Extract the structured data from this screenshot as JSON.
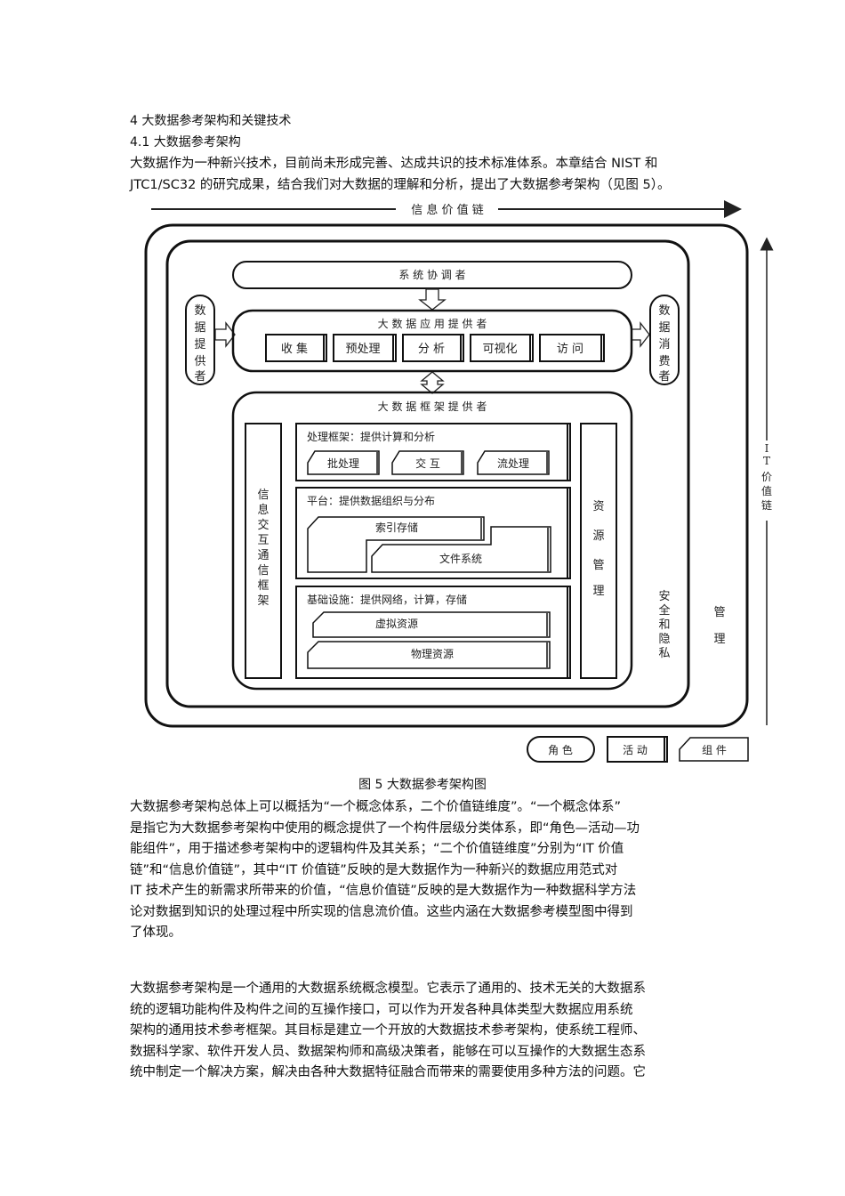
{
  "heading1": "4 大数据参考架构和关键技术",
  "heading2": "4.1 大数据参考架构",
  "intro_lines": [
    "大数据作为一种新兴技术，目前尚未形成完善、达成共识的技术标准体系。本章结合 NIST 和",
    "JTC1/SC32 的研究成果，结合我们对大数据的理解和分析，提出了大数据参考架构（见图 5）。"
  ],
  "diagram": {
    "info_chain": "信 息 价 值 链",
    "it_chain": "I T 价 值 链",
    "system_coordinator": "系 统 协 调 者",
    "data_provider": "数 据 提 供 者",
    "data_consumer": "数 据 消 费 者",
    "app_provider": "大 数 据 应 用 提 供 者",
    "app_steps": [
      "收 集",
      "预处理",
      "分 析",
      "可视化",
      "访 问"
    ],
    "framework_provider": "大 数 据 框 架 提 供 者",
    "info_exchange": "信 息 交 互 通 信 框 架",
    "resource_mgmt": "资 源 管 理",
    "processing_title": "处理框架：提供计算和分析",
    "processing_items": [
      "批处理",
      "交 互",
      "流处理"
    ],
    "platform_title": "平台：提供数据组织与分布",
    "platform_items": [
      "索引存储",
      "文件系统"
    ],
    "infra_title": "基础设施：提供网络，计算，存储",
    "infra_items": [
      "虚拟资源",
      "物理资源"
    ],
    "security": "安 全 和 隐 私",
    "management": "管 理",
    "legend": [
      "角 色",
      "活 动",
      "组 件"
    ]
  },
  "caption": "图 5 大数据参考架构图",
  "para1_lines": [
    "大数据参考架构总体上可以概括为“一个概念体系，二个价值链维度”。“一个概念体系”",
    "是指它为大数据参考架构中使用的概念提供了一个构件层级分类体系，即“角色—活动—功",
    "能组件”，用于描述参考架构中的逻辑构件及其关系；“二个价值链维度”分别为“IT 价值",
    "链”和“信息价值链”，其中“IT 价值链”反映的是大数据作为一种新兴的数据应用范式对",
    "IT 技术产生的新需求所带来的价值，“信息价值链”反映的是大数据作为一种数据科学方法",
    "论对数据到知识的处理过程中所实现的信息流价值。这些内涵在大数据参考模型图中得到",
    "了体现。"
  ],
  "para2_lines": [
    "大数据参考架构是一个通用的大数据系统概念模型。它表示了通用的、技术无关的大数据系",
    "统的逻辑功能构件及构件之间的互操作接口，可以作为开发各种具体类型大数据应用系统",
    "架构的通用技术参考框架。其目标是建立一个开放的大数据技术参考架构，使系统工程师、",
    "数据科学家、软件开发人员、数据架构师和高级决策者，能够在可以互操作的大数据生态系",
    "统中制定一个解决方案，解决由各种大数据特征融合而带来的需要使用多种方法的问题。它"
  ]
}
